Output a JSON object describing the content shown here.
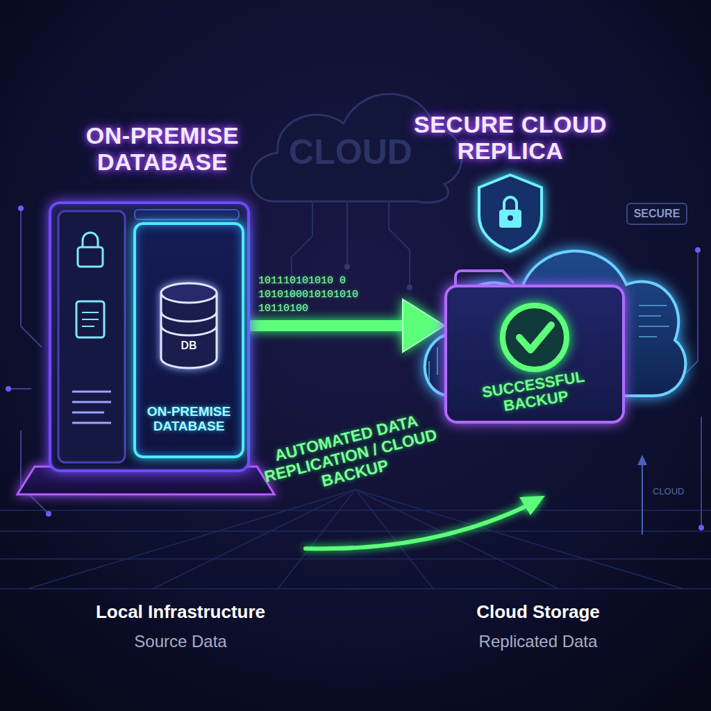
{
  "diagram": {
    "nodes": [
      {
        "text": [
          "ON-PREMISE DATABASE",
          "ON-PREMISE DATABASE"
        ]
      },
      {
        "text": [
          "DB"
        ],
        "in": 0
      },
      {
        "text": [
          "SECURE CLOUD REPLICA"
        ]
      },
      {
        "text": [
          "SUCCESSFUL BACKUP"
        ],
        "in": 2
      }
    ],
    "edges": [
      {
        "from": 1,
        "to": 3,
        "arrow": "to",
        "label": "AUTOMATED DATA REPLICATION / CLOUD BACKUP"
      }
    ],
    "labels": [
      "CLOUD",
      "SECURE",
      "101110101010 0",
      "1010100010101010",
      "10110100",
      "CLOUD",
      "Local Infrastructure",
      "Source Data",
      "Cloud Storage",
      "Replicated Data"
    ]
  }
}
